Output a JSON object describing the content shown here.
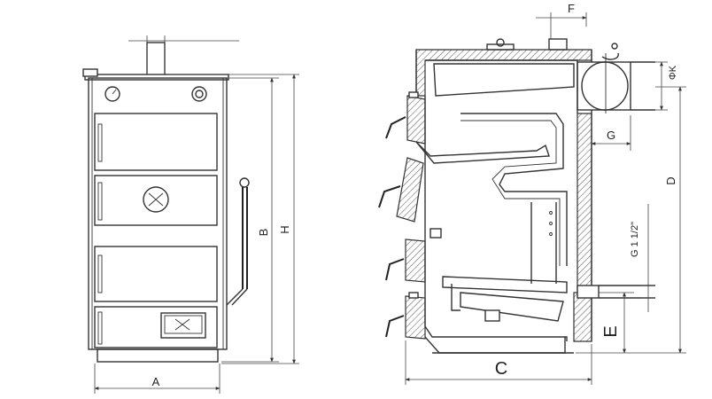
{
  "front_view": {
    "dim_width": "A",
    "dim_inner_height": "B",
    "dim_total_height": "H"
  },
  "side_view": {
    "dim_depth": "C",
    "dim_flue_height": "D",
    "dim_return_height": "E",
    "dim_chimney_offset": "F",
    "dim_flue_offset": "G",
    "dim_flue_diameter": "ΦK",
    "dim_connection": "G 1 1/2\""
  }
}
